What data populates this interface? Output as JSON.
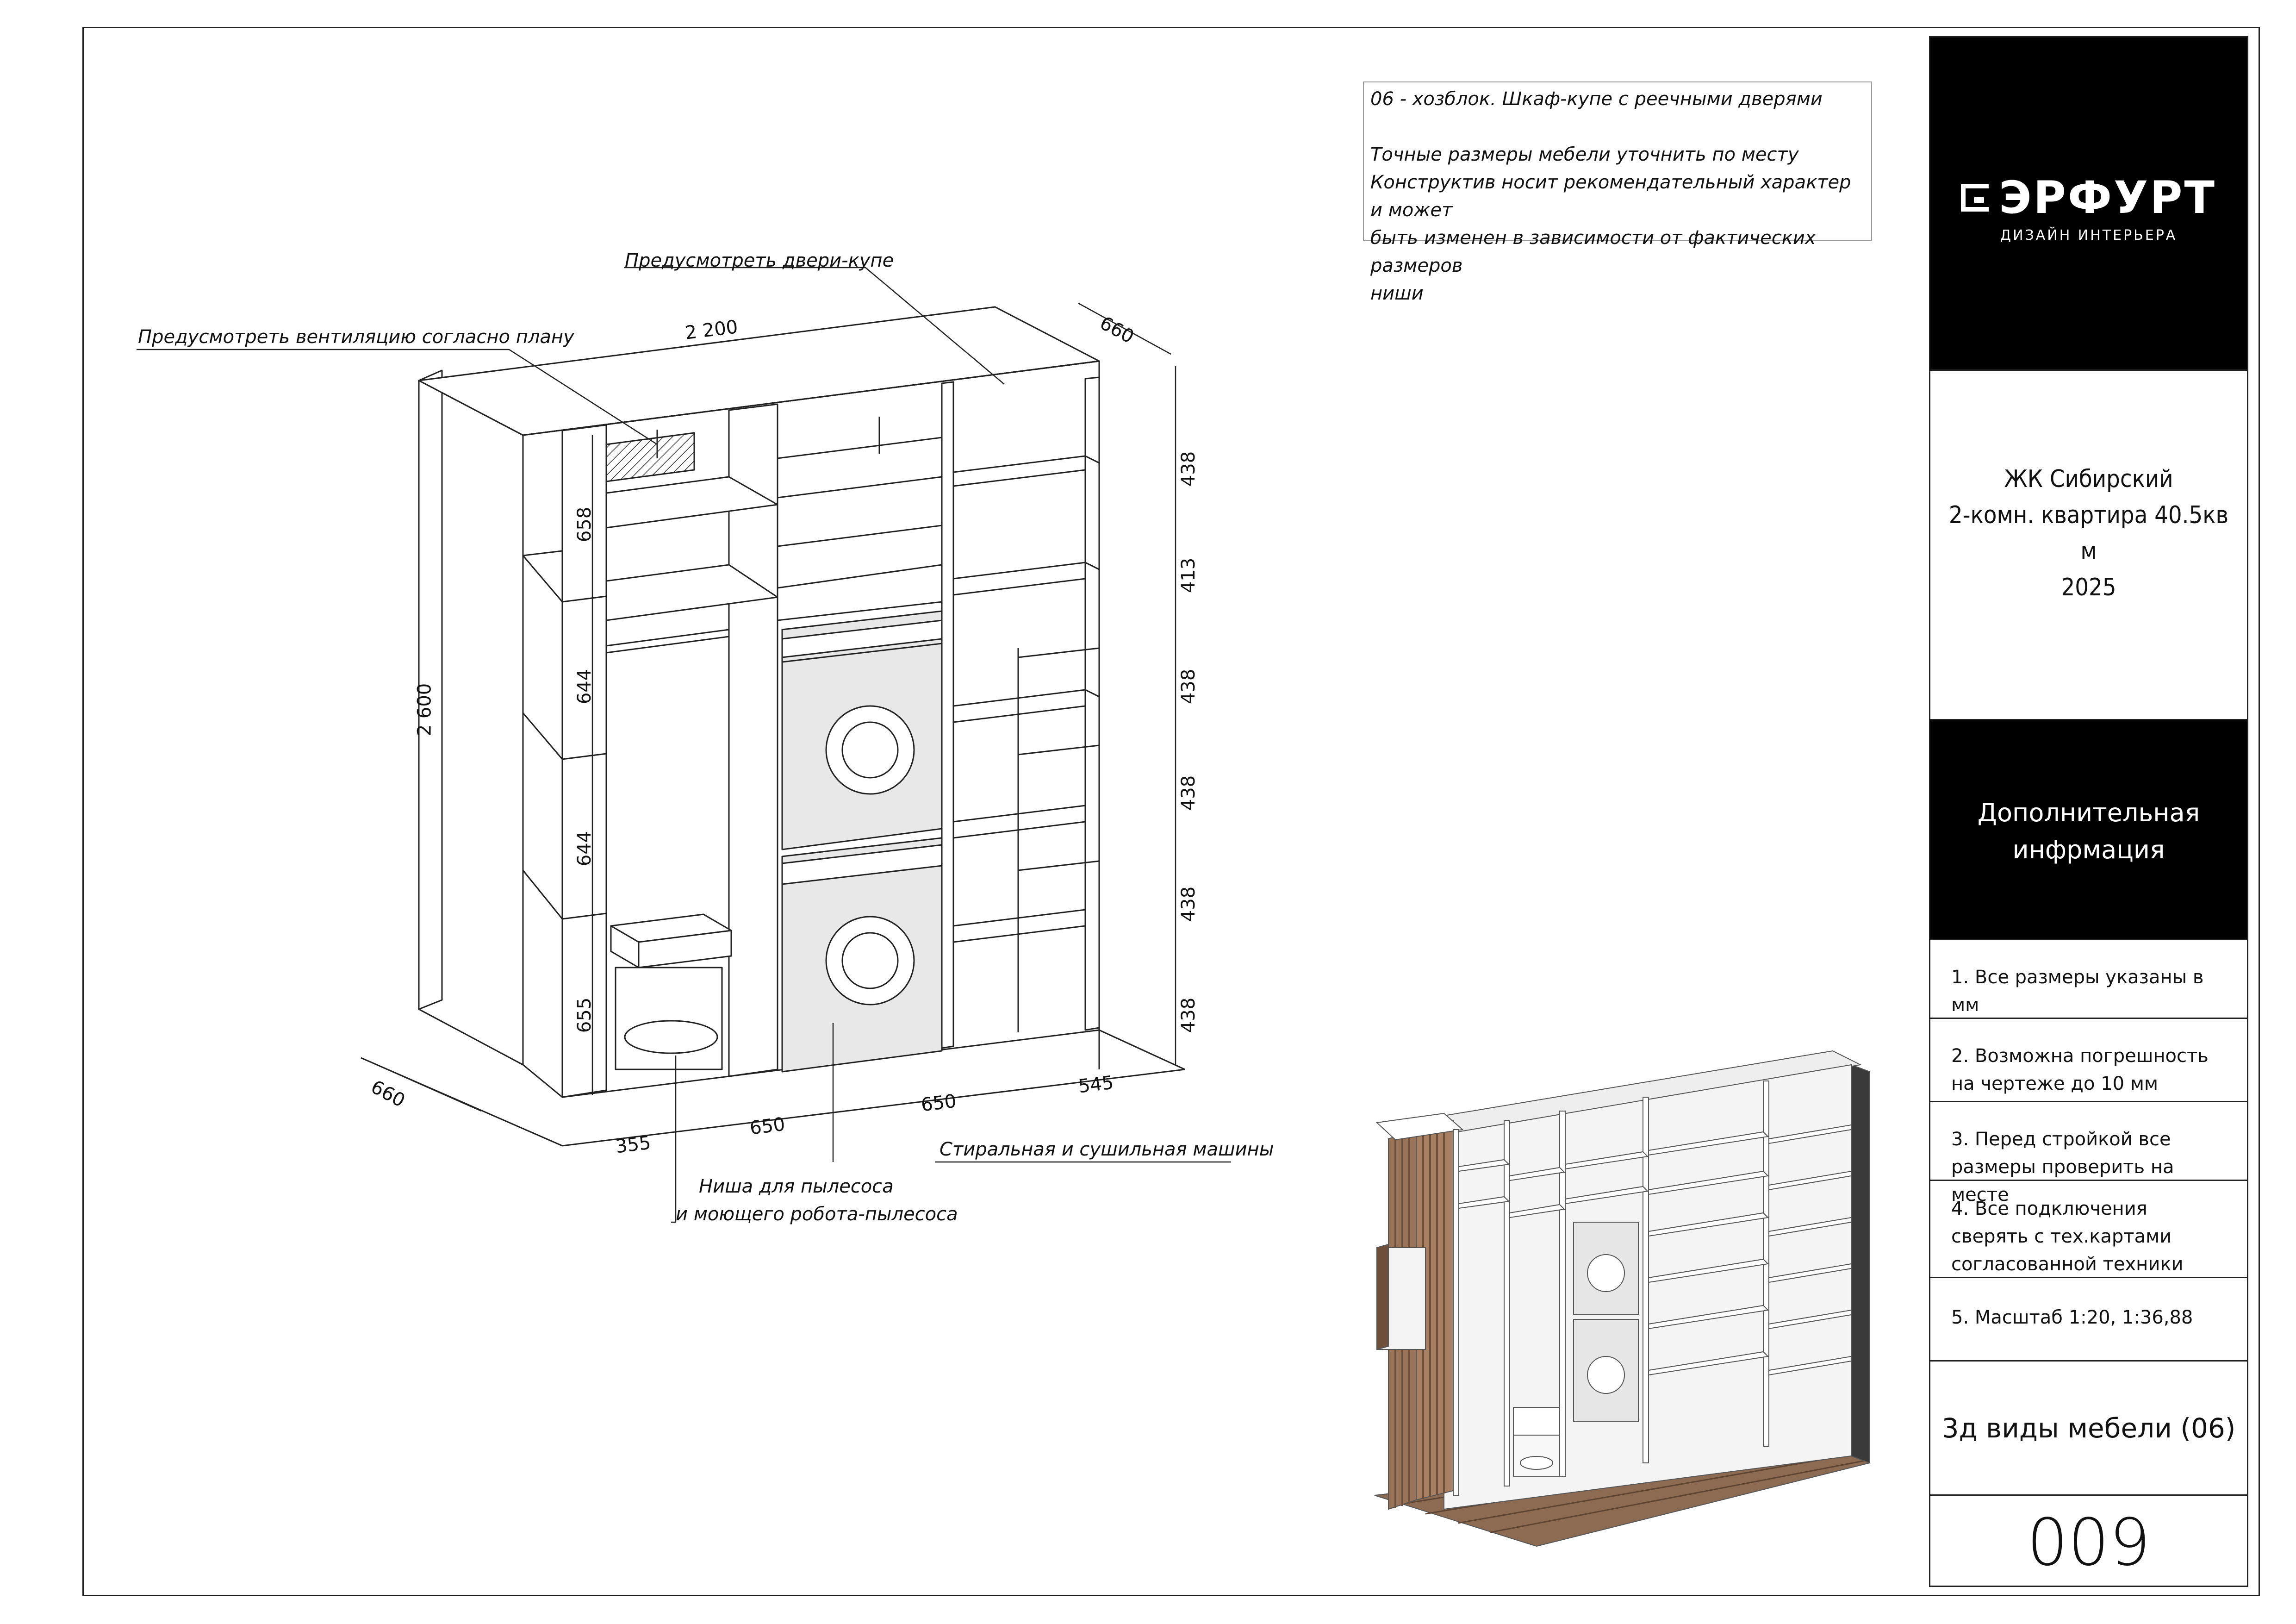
{
  "info": {
    "line1": "06 - хозблок. Шкаф-купе с реечными дверями",
    "line2": "Точные размеры мебели уточнить по месту",
    "line3": "Конструктив носит рекомендательный характер и может",
    "line4": "быть изменен в зависимости от фактических размеров",
    "line5": "ниши"
  },
  "labels": {
    "doors": "Предусмотреть двери-купе",
    "vent": "Предусмотреть вентиляцию согласно плану",
    "machines": "Стиральная и сушильная машины",
    "niche1": "Ниша для пылесоса",
    "niche2": "и моющего робота-пылесоса"
  },
  "dimensions": {
    "width": "2 200",
    "depth_top": "660",
    "depth_left": "660",
    "height": "2 600",
    "left_col": [
      "658",
      "644",
      "644",
      "655"
    ],
    "right_col": [
      "438",
      "413",
      "438",
      "438",
      "438",
      "438"
    ],
    "bottom": [
      "355",
      "650",
      "650",
      "545"
    ]
  },
  "titleblock": {
    "logo": "ЭРФУРТ",
    "logo_sub": "ДИЗАЙН ИНТЕРЬЕРА",
    "project_line1": "ЖК Сибирский",
    "project_line2": "2-комн. квартира 40.5кв",
    "project_line3": "м",
    "project_line4": "2025",
    "section_line1": "Дополнительная",
    "section_line2": "инфрмация",
    "notes": [
      "1. Все размеры указаны в мм",
      "2. Возможна погрешность на чертеже до 10 мм",
      "3. Перед стройкой все размеры проверить на месте",
      "4. Все подключения сверять с тех.картами согласованной техники",
      "5. Масштаб 1:20, 1:36,88"
    ],
    "view_title": "3д виды мебели (06)",
    "sheet_number": "009"
  },
  "colors": {
    "wood": "#9a7458",
    "wood_dark": "#6e4f3a",
    "panel": "#f2f2f2",
    "machine": "#e6e6e6"
  }
}
